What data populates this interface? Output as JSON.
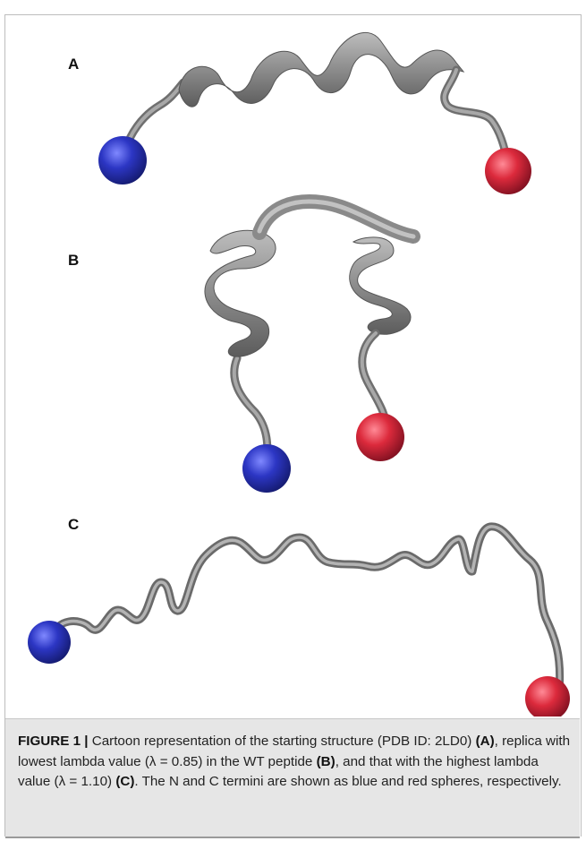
{
  "panels": [
    {
      "label": "A"
    },
    {
      "label": "B"
    },
    {
      "label": "C"
    }
  ],
  "colors": {
    "n_terminus": "#2a33b8",
    "c_terminus": "#d8283a",
    "backbone": "#8a8a8a",
    "caption_background": "#e6e6e6"
  },
  "caption": {
    "figure_label": "FIGURE 1 |",
    "seg1": " Cartoon representation of the starting structure (PDB ID: 2LD0) ",
    "ref_a": "(A)",
    "seg2": ", replica with lowest lambda value (λ = 0.85) in the WT peptide ",
    "ref_b": "(B)",
    "seg3": ", and that with the highest lambda value (λ = 1.10) ",
    "ref_c": "(C)",
    "seg4": ". The N and C termini are shown as blue and red spheres, respectively."
  }
}
